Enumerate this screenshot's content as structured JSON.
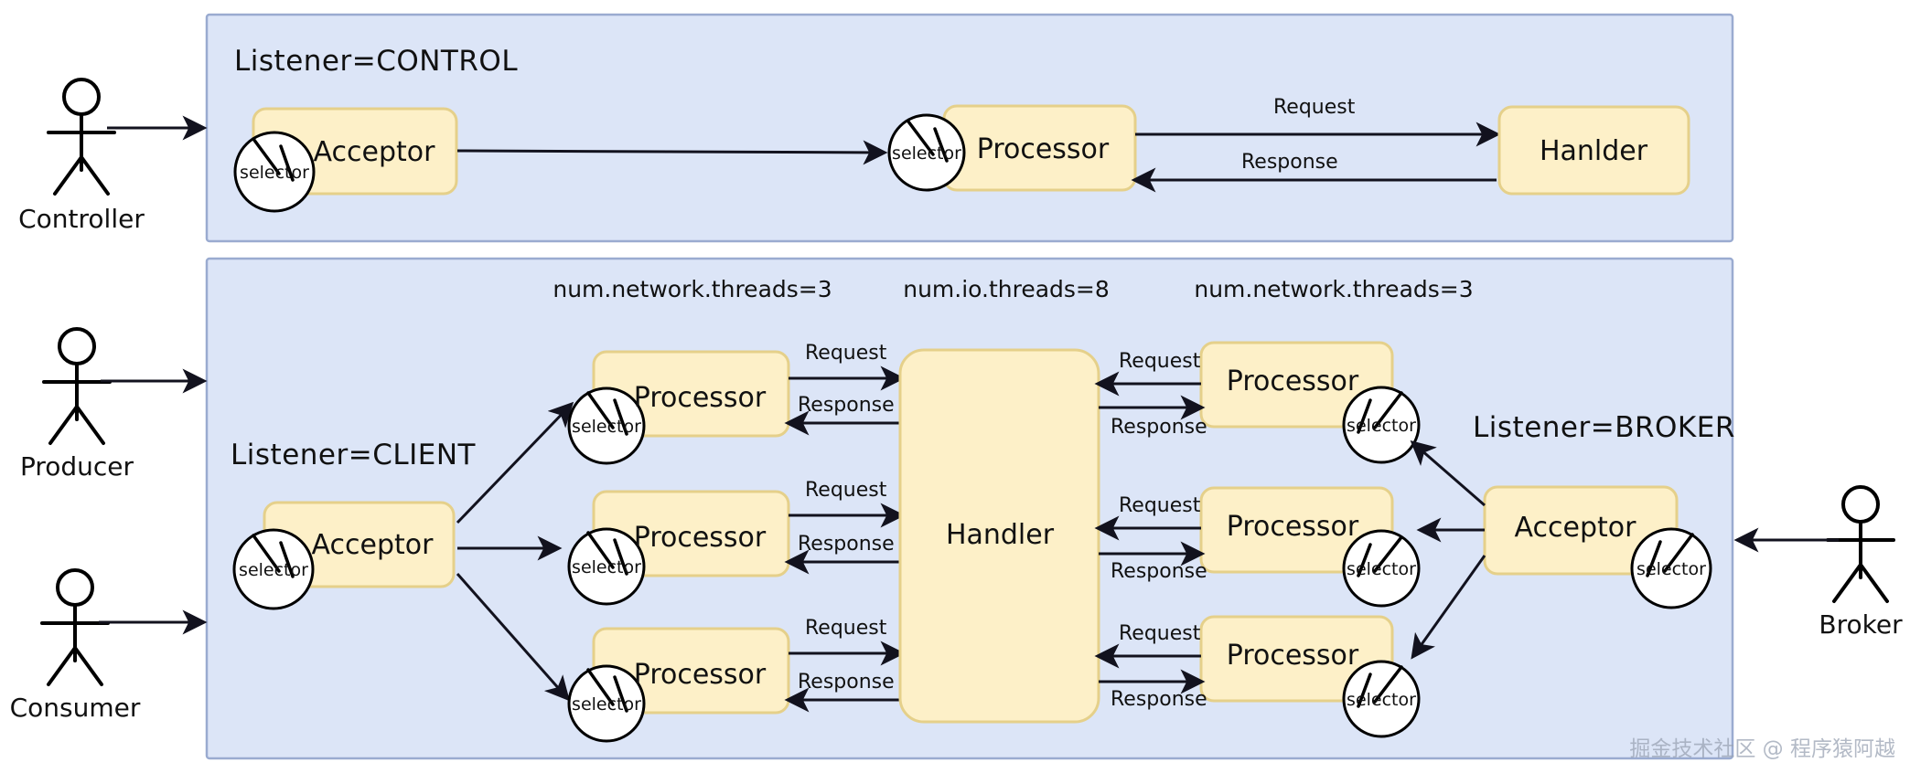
{
  "diagram": {
    "title": "Kafka Listener / Acceptor / Processor / Handler architecture",
    "colors": {
      "panel_fill": "#dce5f7",
      "panel_stroke": "#9aabd0",
      "node_fill": "#fdf0c8",
      "node_stroke": "#e5d08a",
      "line": "#12121e",
      "selector_fill": "#ffffff"
    }
  },
  "actors": {
    "controller": {
      "label": "Controller"
    },
    "producer": {
      "label": "Producer"
    },
    "consumer": {
      "label": "Consumer"
    },
    "broker": {
      "label": "Broker"
    }
  },
  "panels": {
    "control": {
      "title": "Listener=CONTROL"
    },
    "client": {
      "title": "Listener=CLIENT"
    },
    "broker": {
      "title": "Listener=BROKER"
    }
  },
  "config_labels": {
    "left_network_threads": "num.network.threads=3",
    "io_threads": "num.io.threads=8",
    "right_network_threads": "num.network.threads=3"
  },
  "node_labels": {
    "acceptor": "Acceptor",
    "processor": "Processor",
    "handler_top": "Hanlder",
    "handler_bottom": "Handler",
    "selector": "selector"
  },
  "edge_labels": {
    "request": "Request",
    "response": "Response"
  },
  "control_section": {
    "acceptor": {
      "label": "Acceptor",
      "selector": "selector"
    },
    "processor": {
      "label": "Processor",
      "selector": "selector"
    },
    "handler": {
      "label": "Hanlder"
    },
    "edges": [
      {
        "label": "Request",
        "from": "processor",
        "to": "handler"
      },
      {
        "label": "Response",
        "from": "handler",
        "to": "processor"
      }
    ]
  },
  "data_section": {
    "client_acceptor": {
      "label": "Acceptor",
      "selector": "selector"
    },
    "left_processors": [
      {
        "label": "Processor",
        "selector": "selector",
        "request": "Request",
        "response": "Response"
      },
      {
        "label": "Processor",
        "selector": "selector",
        "request": "Request",
        "response": "Response"
      },
      {
        "label": "Processor",
        "selector": "selector",
        "request": "Request",
        "response": "Response"
      }
    ],
    "handler": {
      "label": "Handler"
    },
    "right_processors": [
      {
        "label": "Processor",
        "selector": "selector",
        "request": "Request",
        "response": "Response"
      },
      {
        "label": "Processor",
        "selector": "selector",
        "request": "Request",
        "response": "Response"
      },
      {
        "label": "Processor",
        "selector": "selector",
        "request": "Request",
        "response": "Response"
      }
    ],
    "broker_acceptor": {
      "label": "Acceptor",
      "selector": "selector"
    }
  },
  "watermark": {
    "text": "掘金技术社区 @ 程序猿阿越"
  }
}
